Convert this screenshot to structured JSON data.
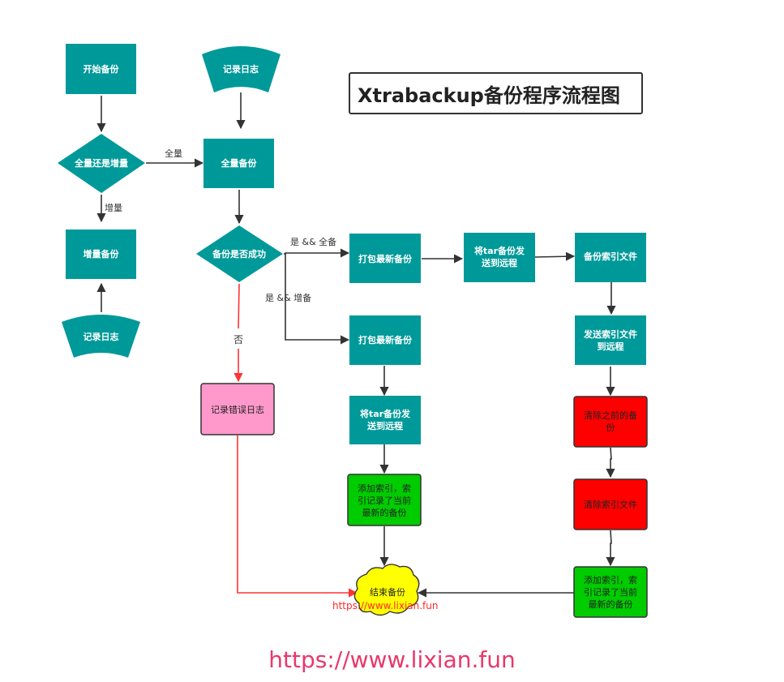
{
  "title": "Xtrabackup备份程序流程图",
  "colors": {
    "teal": "#009999",
    "pink": "#ff99cc",
    "green": "#00cc00",
    "red": "#ff0000",
    "yellow": "#ffff00",
    "arrow": "#333333",
    "red_arrow": "#ff3333"
  },
  "nodes": {
    "start_backup": "开始备份",
    "log_top": "记录日志",
    "full_or_incr": "全量还是增量",
    "full_backup": "全量备份",
    "incr_backup": "增量备份",
    "log_bottom": "记录日志",
    "backup_success": "备份是否成功",
    "pack_latest_full": "打包最新备份",
    "send_tar_full": [
      "将tar备份发",
      "送到远程"
    ],
    "index_file": "备份索引文件",
    "send_index": [
      "发送索引文件",
      "到远程"
    ],
    "clear_old": [
      "清除之前的备",
      "份"
    ],
    "clear_index": "清除索引文件",
    "add_index_full": [
      "添加索引，索",
      "引记录了当前",
      "最新的备份"
    ],
    "pack_latest_incr": "打包最新备份",
    "send_tar_incr": [
      "将tar备份发",
      "送到远程"
    ],
    "add_index_incr": [
      "添加索引，索",
      "引记录了当前",
      "最新的备份"
    ],
    "error_log": "记录错误日志",
    "end_backup": "结束备份"
  },
  "edge_labels": {
    "full": "全量",
    "incr": "增量",
    "yes_full": "是 && 全备",
    "yes_incr": "是 && 增备",
    "no": "否"
  },
  "watermark_small": "https://www.lixian.fun",
  "watermark_big": "https://www.lixian.fun"
}
